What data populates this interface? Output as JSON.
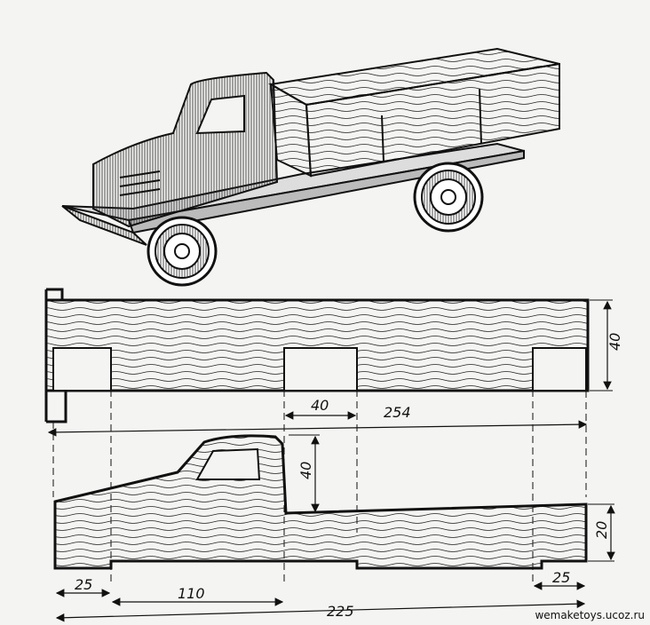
{
  "dimensions": {
    "top_height": "40",
    "top_slot": "40",
    "top_length": "254",
    "bottom_cab_height": "40",
    "bottom_height": "20",
    "bottom_front": "25",
    "bottom_wheelbase": "110",
    "bottom_rear": "25",
    "bottom_length": "225"
  },
  "watermark": "wemaketoys.ucoz.ru",
  "colors": {
    "ink": "#111111",
    "paper": "#f4f4f2",
    "wood": "#c9b49a"
  }
}
